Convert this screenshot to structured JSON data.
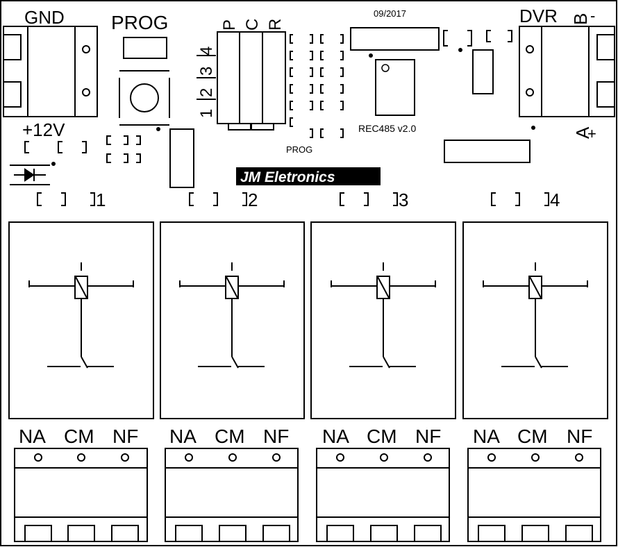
{
  "board": {
    "gnd_label": "GND",
    "prog_label": "PROG",
    "v12_label": "+12V",
    "date_label": "09/2017",
    "dvr_label": "DVR",
    "b_label": "B",
    "a_label": "A",
    "minus_sign": "-",
    "plus_sign": "+",
    "pcr_labels": [
      "P",
      "C",
      "R"
    ],
    "channel_numbers": [
      "1",
      "2",
      "3",
      "4"
    ],
    "prog_small_label": "PROG",
    "module_label": "REC485 v2.0",
    "logo_text": "JM Eletronics"
  },
  "relays": [
    {
      "index": "1",
      "terminals": [
        "NA",
        "CM",
        "NF"
      ]
    },
    {
      "index": "2",
      "terminals": [
        "NA",
        "CM",
        "NF"
      ]
    },
    {
      "index": "3",
      "terminals": [
        "NA",
        "CM",
        "NF"
      ]
    },
    {
      "index": "4",
      "terminals": [
        "NA",
        "CM",
        "NF"
      ]
    }
  ]
}
